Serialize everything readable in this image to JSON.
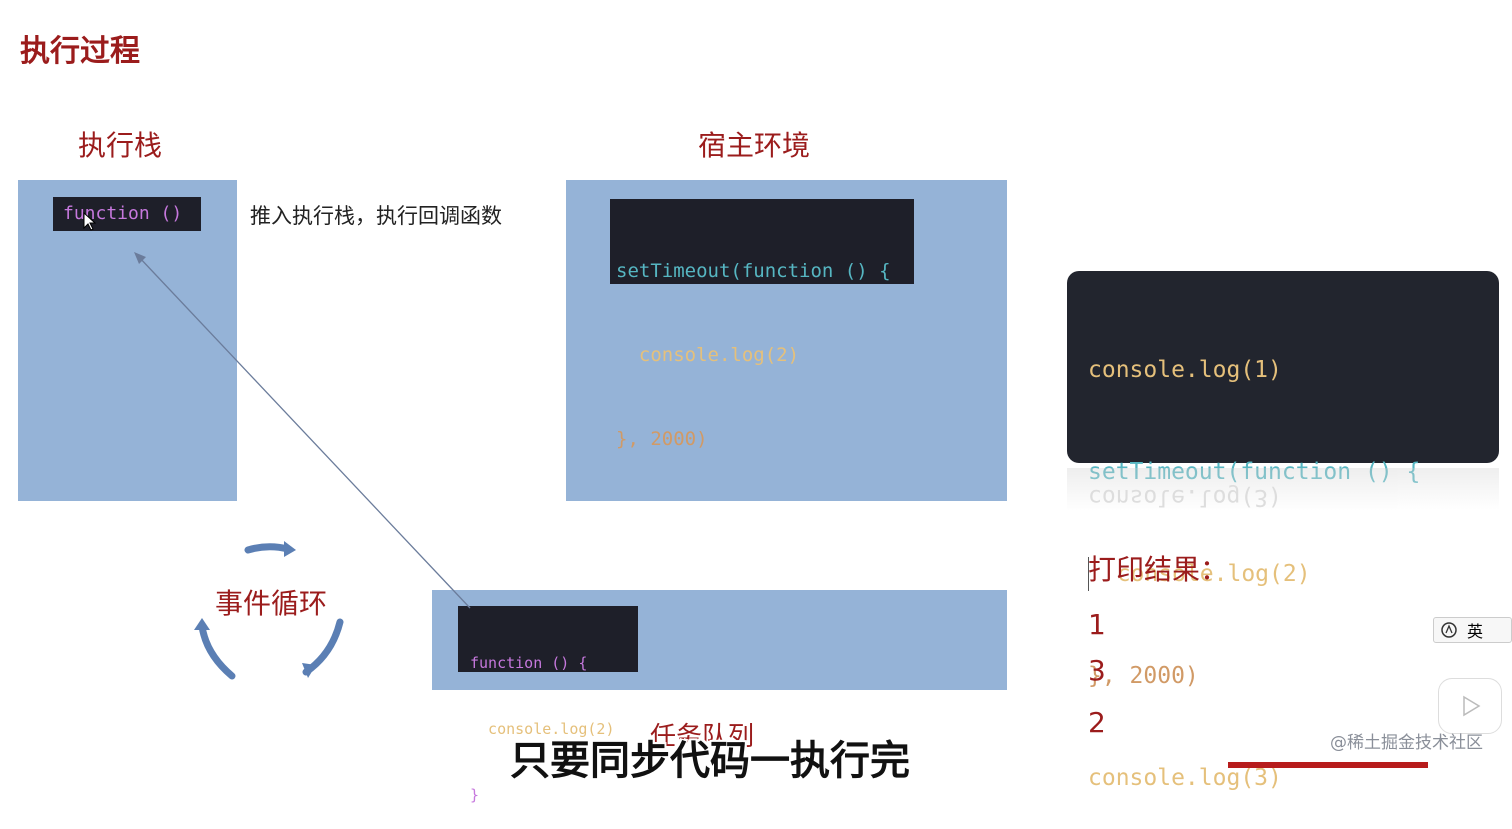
{
  "title": "执行过程",
  "labels": {
    "stack": "执行栈",
    "host": "宿主环境",
    "event_loop": "事件循环",
    "queue": "任务队列",
    "push_note": "推入执行栈，执行回调函数",
    "result_title": "打印结果："
  },
  "code": {
    "stack_call": "function ()",
    "host_block": [
      "setTimeout(function () {",
      "  console.log(2)",
      "}, 2000)"
    ],
    "queue_block": [
      "function () {",
      "  console.log(2)",
      "}"
    ],
    "main_block": [
      "console.log(1)",
      "setTimeout(function () {",
      "  console.log(2)",
      "}, 2000)",
      "console.log(3)"
    ],
    "reflection": "console.log(3)"
  },
  "results": [
    "1",
    "3",
    "2"
  ],
  "subtitle": "只要同步代码一执行完",
  "watermark": "@稀土掘金技术社区",
  "ime": {
    "label": "英"
  },
  "icons": {
    "cursor": "mouse-cursor-icon",
    "play": "play-icon",
    "loop": "cycle-arrows-icon",
    "arrow": "arrow-line-icon"
  },
  "colors": {
    "accent": "#9b1c1c",
    "panel": "#95b3d7",
    "code_bg": "#1e1f29"
  }
}
